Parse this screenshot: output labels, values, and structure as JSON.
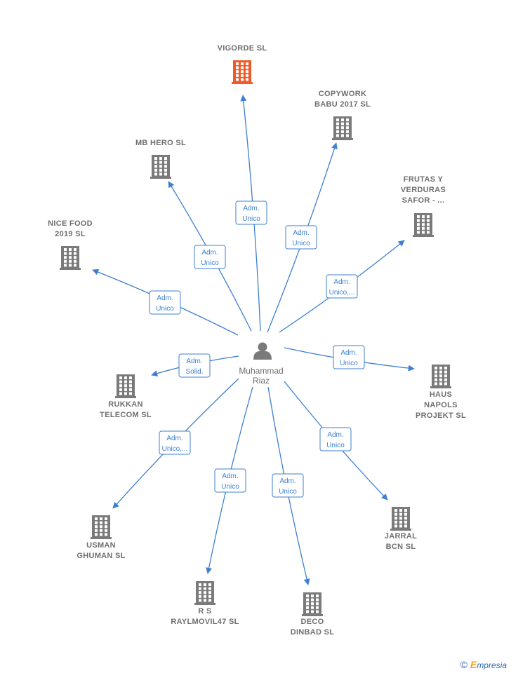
{
  "center": {
    "label_lines": [
      "Muhammad",
      "Riaz"
    ],
    "icon": "person-icon"
  },
  "companies": [
    {
      "id": "vigorde",
      "label_lines": [
        "VIGORDE  SL"
      ],
      "highlight": true,
      "role_lines": [
        "Adm.",
        "Unico"
      ]
    },
    {
      "id": "copywork",
      "label_lines": [
        "COPYWORK",
        "BABU 2017  SL"
      ],
      "highlight": false,
      "role_lines": [
        "Adm.",
        "Unico"
      ]
    },
    {
      "id": "frutas",
      "label_lines": [
        "FRUTAS Y",
        "VERDURAS",
        "SAFOR - ..."
      ],
      "highlight": false,
      "role_lines": [
        "Adm.",
        "Unico,..."
      ]
    },
    {
      "id": "haus",
      "label_lines": [
        "HAUS",
        "NAPOLS",
        "PROJEKT  SL"
      ],
      "highlight": false,
      "role_lines": [
        "Adm.",
        "Unico"
      ]
    },
    {
      "id": "jarral",
      "label_lines": [
        "JARRAL",
        "BCN  SL"
      ],
      "highlight": false,
      "role_lines": [
        "Adm.",
        "Unico"
      ]
    },
    {
      "id": "deco",
      "label_lines": [
        "DECO",
        "DINBAD  SL"
      ],
      "highlight": false,
      "role_lines": [
        "Adm.",
        "Unico"
      ]
    },
    {
      "id": "rs",
      "label_lines": [
        "R S",
        "RAYLMOVIL47 SL"
      ],
      "highlight": false,
      "role_lines": [
        "Adm.",
        "Unico"
      ]
    },
    {
      "id": "usman",
      "label_lines": [
        "USMAN",
        "GHUMAN  SL"
      ],
      "highlight": false,
      "role_lines": [
        "Adm.",
        "Unico,..."
      ]
    },
    {
      "id": "rukkan",
      "label_lines": [
        "RUKKAN",
        "TELECOM SL"
      ],
      "highlight": false,
      "role_lines": [
        "Adm.",
        "Solid."
      ]
    },
    {
      "id": "nicefood",
      "label_lines": [
        "NICE FOOD",
        "2019  SL"
      ],
      "highlight": false,
      "role_lines": [
        "Adm.",
        "Unico"
      ]
    },
    {
      "id": "mbhero",
      "label_lines": [
        "MB HERO  SL"
      ],
      "highlight": false,
      "role_lines": [
        "Adm.",
        "Unico"
      ]
    }
  ],
  "colors": {
    "edge": "#3d7fd1",
    "building": "#7a7a7a",
    "building_highlight": "#f05a28",
    "text": "#6e6e6e"
  },
  "icons": {
    "company": "building-icon",
    "person": "person-icon"
  },
  "footer": {
    "copyright": "©",
    "brand_initial": "E",
    "brand_rest": "mpresia"
  }
}
